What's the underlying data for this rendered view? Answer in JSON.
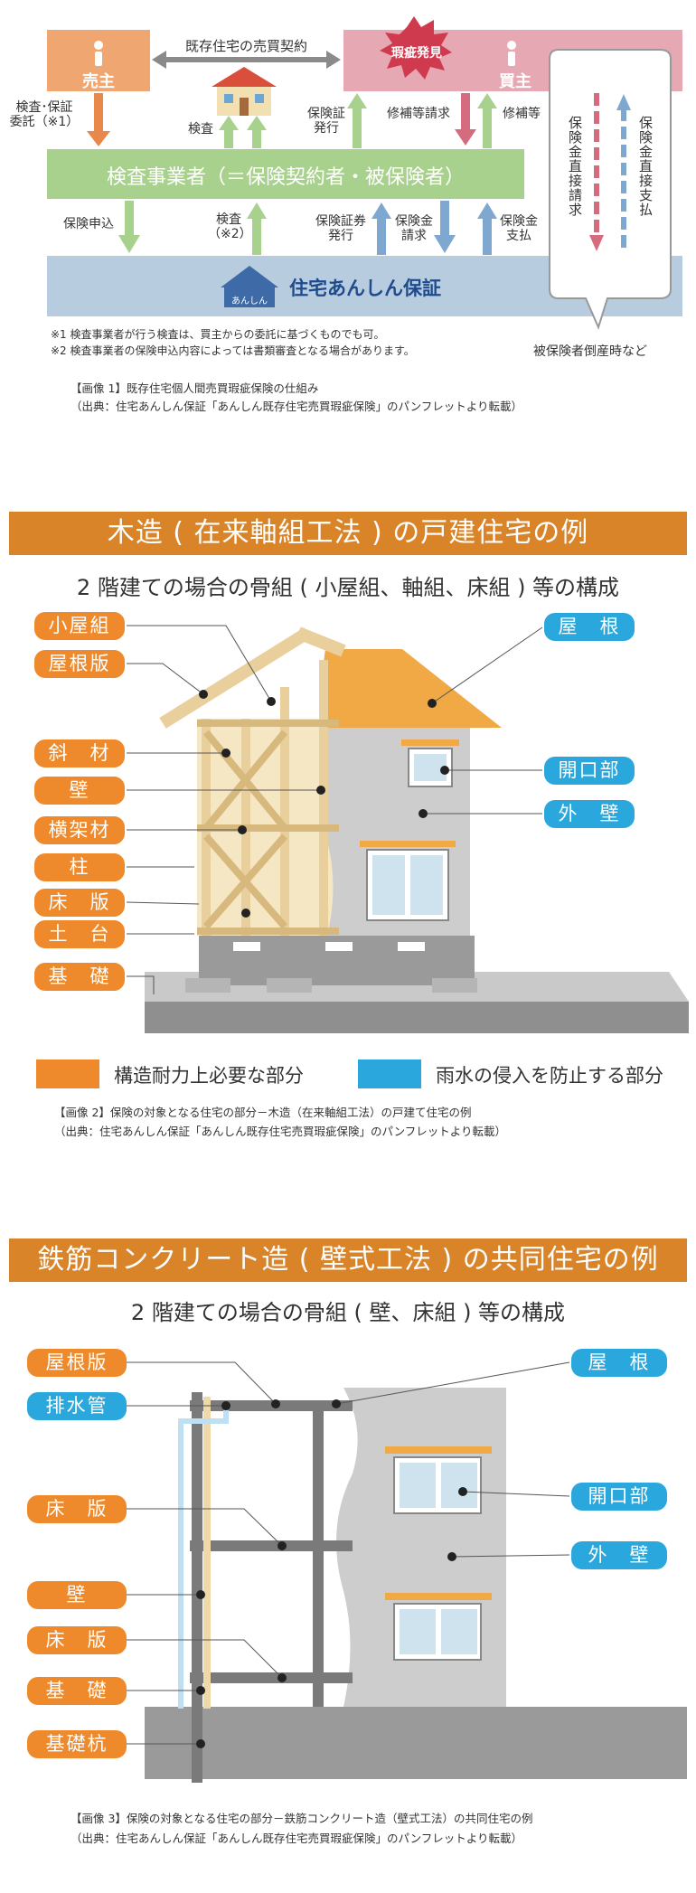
{
  "flow": {
    "seller": "売主",
    "buyer": "買主",
    "contract": "既存住宅の売買契約",
    "defect": "瑕疵発見",
    "inspector": "検査事業者（＝保険契約者・被保険者）",
    "insurer": "住宅あんしん保証",
    "insurer_logo": "あんしん",
    "request_inspection": "検査･保証\n委託（※1）",
    "inspection": "検査",
    "cert_issue": "保険証\n発行",
    "repair_request": "修補等請求",
    "repair": "修補等",
    "apply": "保険申込",
    "inspection2": "検査\n（※2）",
    "cert_issue2": "保険証券\n発行",
    "claim": "保険金\n請求",
    "payment": "保険金\n支払",
    "direct_claim": "保険金直接請求",
    "direct_payment": "保険金直接支払",
    "bankrupt": "被保険者倒産時など",
    "note1": "※1 検査事業者が行う検査は、買主からの委託に基づくものでも可。",
    "note2": "※2 検査事業者の保険申込内容によっては書類審査となる場合があります。",
    "caption1": "【画像 1】既存住宅個人間売買瑕疵保険の仕組み",
    "caption1b": "（出典：住宅あんしん保証「あんしん既存住宅売買瑕疵保険」のパンフレットより転載）"
  },
  "wood": {
    "banner": "木造 ( 在来軸組工法 ) の戸建住宅の例",
    "subtitle": "2 階建ての場合の骨組 ( 小屋組、軸組、床組 ) 等の構成",
    "left_labels": [
      "小屋組",
      "屋根版",
      "斜　材",
      "壁",
      "横架材",
      "柱",
      "床　版",
      "土　台",
      "基　礎"
    ],
    "right_labels": [
      "屋　根",
      "開口部",
      "外　壁"
    ],
    "legend_structural": "構造耐力上必要な部分",
    "legend_water": "雨水の侵入を防止する部分",
    "caption": "【画像 2】保険の対象となる住宅の部分－木造（在来軸組工法）の戸建て住宅の例",
    "caption_b": "（出典：住宅あんしん保証「あんしん既存住宅売買瑕疵保険」のパンフレットより転載）"
  },
  "rc": {
    "banner": "鉄筋コンクリート造 ( 壁式工法 ) の共同住宅の例",
    "subtitle": "2 階建ての場合の骨組 ( 壁、床組 ) 等の構成",
    "left_labels": [
      "屋根版",
      "排水管",
      "床　版",
      "壁",
      "床　版",
      "基　礎",
      "基礎杭"
    ],
    "right_labels": [
      "屋　根",
      "開口部",
      "外　壁"
    ],
    "caption": "【画像 3】保険の対象となる住宅の部分－鉄筋コンクリート造（壁式工法）の共同住宅の例",
    "caption_b": "（出典：住宅あんしん保証「あんしん既存住宅売買瑕疵保険」のパンフレットより転載）"
  },
  "colors": {
    "orange": "#ee8a2b",
    "blue": "#2aa8dd",
    "banner": "#d98429",
    "green": "#a9d18e",
    "pink": "#e6a9b4",
    "insurer": "#b8cce0"
  }
}
